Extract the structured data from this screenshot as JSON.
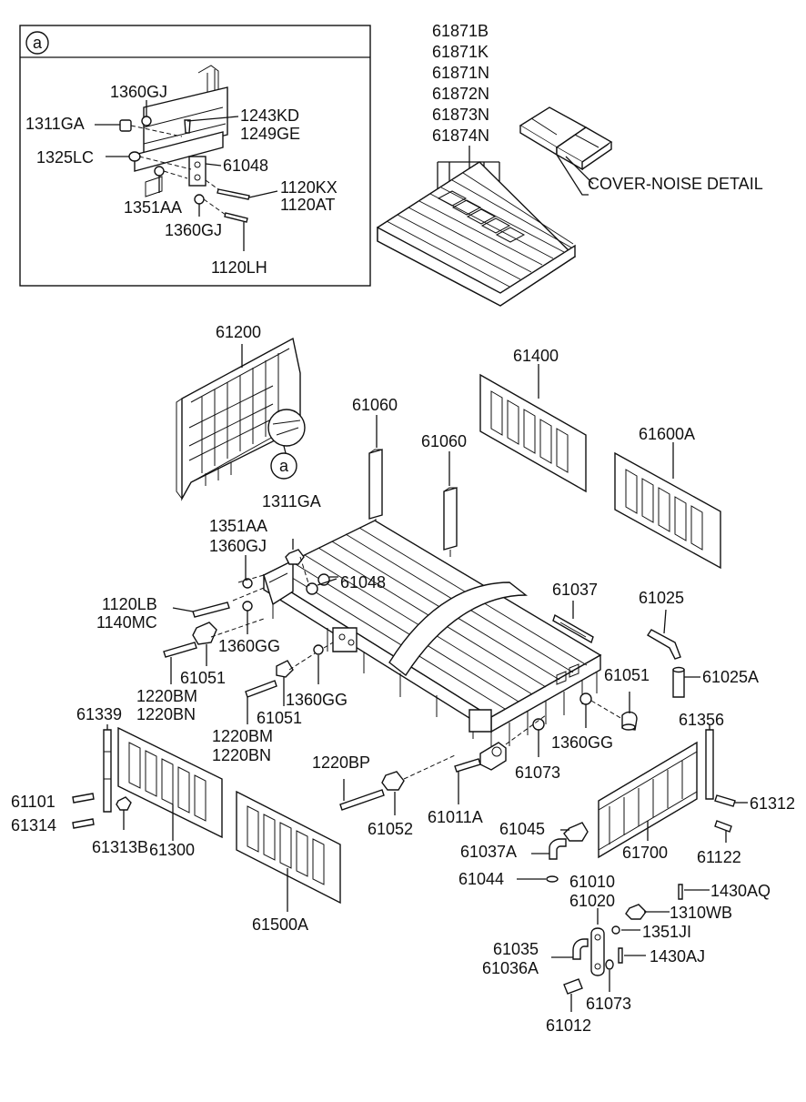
{
  "detail_marker": "a",
  "cover_noise_label": "COVER-NOISE DETAIL",
  "detail_parts": {
    "p1360GJ_top": "1360GJ",
    "p1311GA": "1311GA",
    "p1243KD": "1243KD",
    "p1249GE": "1249GE",
    "p1325LC": "1325LC",
    "p61048": "61048",
    "p1120KX": "1120KX",
    "p1120AT": "1120AT",
    "p1351AA": "1351AA",
    "p1360GJ_bot": "1360GJ",
    "p1120LH": "1120LH"
  },
  "cover_parts": [
    "61871B",
    "61871K",
    "61871N",
    "61872N",
    "61873N",
    "61874N"
  ],
  "parts": {
    "p61200": "61200",
    "p61060_a": "61060",
    "p61060_b": "61060",
    "p61400": "61400",
    "p61600A": "61600A",
    "p1311GA": "1311GA",
    "p1351AA": "1351AA",
    "p1360GJ": "1360GJ",
    "p61048": "61048",
    "p61037": "61037",
    "p61025": "61025",
    "p1120LB": "1120LB",
    "p1140MC": "1140MC",
    "p1360GG_a": "1360GG",
    "p61051_a": "61051",
    "p1220BM_a": "1220BM",
    "p1220BN_a": "1220BN",
    "p1360GG_b": "1360GG",
    "p61051_b": "61051",
    "p1220BM_b": "1220BM",
    "p1220BN_b": "1220BN",
    "p61051_c": "61051",
    "p61025A": "61025A",
    "p1360GG_c": "1360GG",
    "p61339": "61339",
    "p61356": "61356",
    "p61101": "61101",
    "p61314": "61314",
    "p61313B": "61313B",
    "p61300": "61300",
    "p1220BP": "1220BP",
    "p61052": "61052",
    "p61011A": "61011A",
    "p61073_a": "61073",
    "p61312": "61312",
    "p61045": "61045",
    "p61037A": "61037A",
    "p61700": "61700",
    "p61122": "61122",
    "p61044": "61044",
    "p61010": "61010",
    "p61020": "61020",
    "p1430AQ": "1430AQ",
    "p1310WB": "1310WB",
    "p1351JI": "1351JI",
    "p61035": "61035",
    "p61036A": "61036A",
    "p1430AJ": "1430AJ",
    "p61073_b": "61073",
    "p61012": "61012",
    "p61500A": "61500A"
  }
}
